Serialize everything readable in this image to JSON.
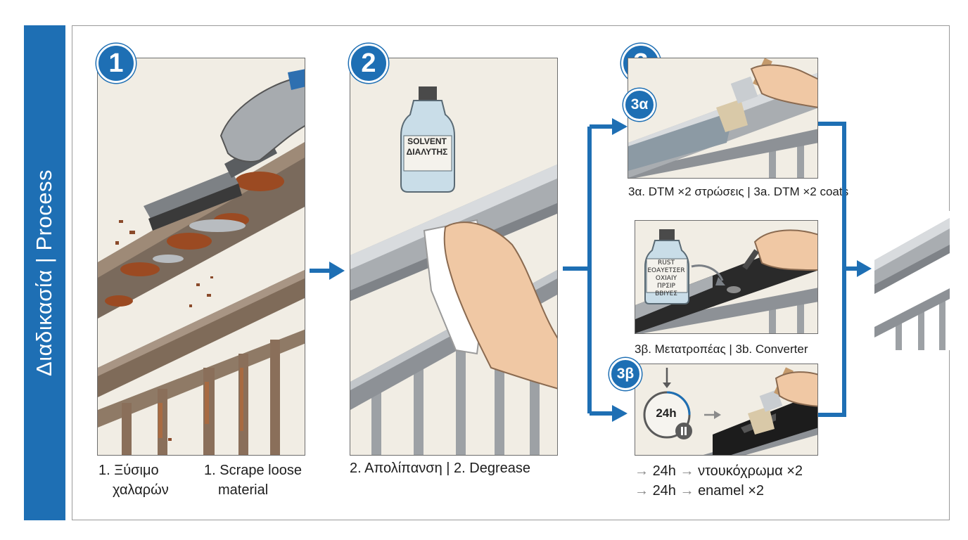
{
  "sidebar": {
    "title": "Διαδικασία | Process"
  },
  "steps": {
    "step1": {
      "number": "1",
      "caption_gr_l1": "1. Ξύσιμο",
      "caption_gr_l2": "χαλαρών",
      "caption_en_l1": "1. Scrape loose",
      "caption_en_l2": "material"
    },
    "step2": {
      "number": "2",
      "caption": "2. Απολίπανση | 2. Degrease",
      "bottle_label_l1": "SOLVENT",
      "bottle_label_l2": "ΔΙΑΛΥΤΗΣ"
    },
    "step3": {
      "number": "3",
      "option_a": {
        "badge": "3α",
        "caption": "3α. DTM ×2 στρώσεις | 3a. DTM ×2 coats"
      },
      "option_b": {
        "badge": "3β",
        "caption": "3β. Μετατροπέας | 3b. Converter",
        "bottle_label_l1": "RUST",
        "bottle_label_l2": "ΕΟΑΥΕΤΣΕR",
        "bottle_label_l3": "ΟΧΙΑΙΥ ΠΡΣΙΡ",
        "bottle_label_l4": "ΒΒΙΥΕΣ",
        "timer": "24h",
        "sequence_gr_time": "24h",
        "sequence_gr_text": "ντουκόχρωμα ×2",
        "sequence_en_time": "24h",
        "sequence_en_text": "enamel ×2"
      }
    }
  },
  "colors": {
    "accent": "#1e6fb4",
    "rust": "#8a4a2a",
    "metal": "#a9adb1",
    "panel_bg": "#f1ede4",
    "enamel": "#1c1c1c",
    "dtm_paint": "#8c9aa4"
  },
  "icons": [
    "arrow-right-icon",
    "clock-icon",
    "pause-icon",
    "brush-icon",
    "glove-icon",
    "bottle-icon"
  ]
}
